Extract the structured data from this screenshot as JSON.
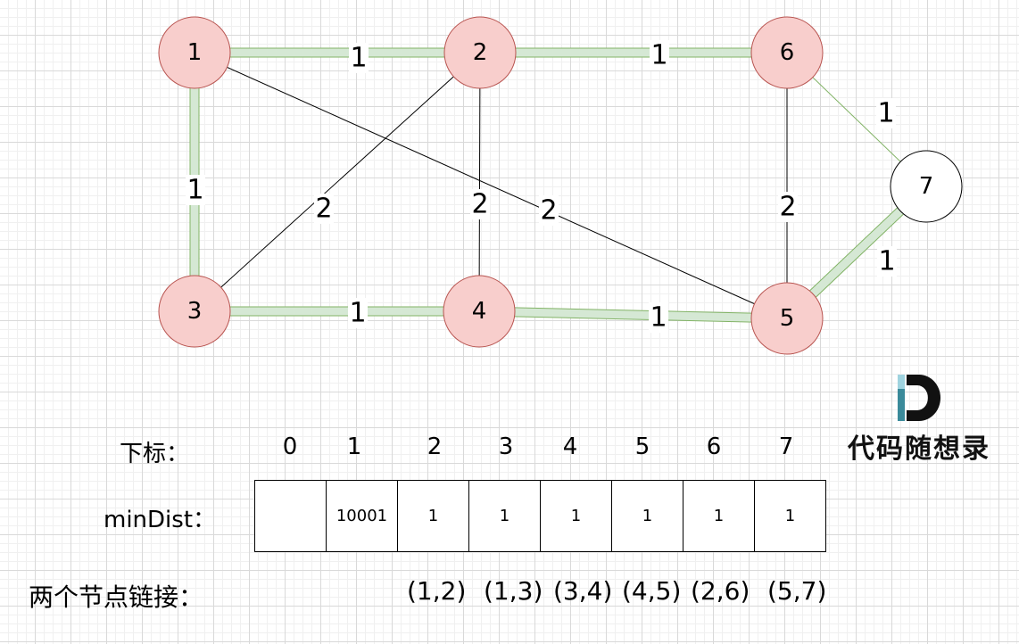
{
  "graph": {
    "nodes": [
      {
        "id": "1",
        "style": "pink"
      },
      {
        "id": "2",
        "style": "pink"
      },
      {
        "id": "6",
        "style": "pink"
      },
      {
        "id": "7",
        "style": "white"
      },
      {
        "id": "3",
        "style": "pink"
      },
      {
        "id": "4",
        "style": "pink"
      },
      {
        "id": "5",
        "style": "pink"
      }
    ],
    "edges": [
      {
        "from": "1",
        "to": "2",
        "weight": "1",
        "highlight": true
      },
      {
        "from": "2",
        "to": "6",
        "weight": "1",
        "highlight": true
      },
      {
        "from": "1",
        "to": "3",
        "weight": "1",
        "highlight": true
      },
      {
        "from": "3",
        "to": "4",
        "weight": "1",
        "highlight": true
      },
      {
        "from": "4",
        "to": "5",
        "weight": "1",
        "highlight": true
      },
      {
        "from": "5",
        "to": "7",
        "weight": "1",
        "highlight": true
      },
      {
        "from": "6",
        "to": "7",
        "weight": "1",
        "highlight": false
      },
      {
        "from": "2",
        "to": "3",
        "weight": "2",
        "highlight": false
      },
      {
        "from": "2",
        "to": "4",
        "weight": "2",
        "highlight": false
      },
      {
        "from": "1",
        "to": "5",
        "weight": "2",
        "highlight": false
      },
      {
        "from": "6",
        "to": "5",
        "weight": "2",
        "highlight": false
      }
    ],
    "colors": {
      "node_fill": "#f8cecc",
      "node_stroke": "#b85450",
      "highlight_fill": "#d5e8d4",
      "highlight_stroke": "#82b366",
      "edge": "#000000"
    }
  },
  "table": {
    "index_label": "下标：",
    "indices": [
      "0",
      "1",
      "2",
      "3",
      "4",
      "5",
      "6",
      "7"
    ],
    "mindist_label": "minDist：",
    "values": [
      "",
      "10001",
      "1",
      "1",
      "1",
      "1",
      "1",
      "1"
    ],
    "links_label": "两个节点链接：",
    "links": [
      "(1,2)",
      "(1,3)",
      "(3,4)",
      "(4,5)",
      "(2,6)",
      "(5,7)"
    ]
  },
  "logo": {
    "text": "代码随想录",
    "letter": "D"
  }
}
